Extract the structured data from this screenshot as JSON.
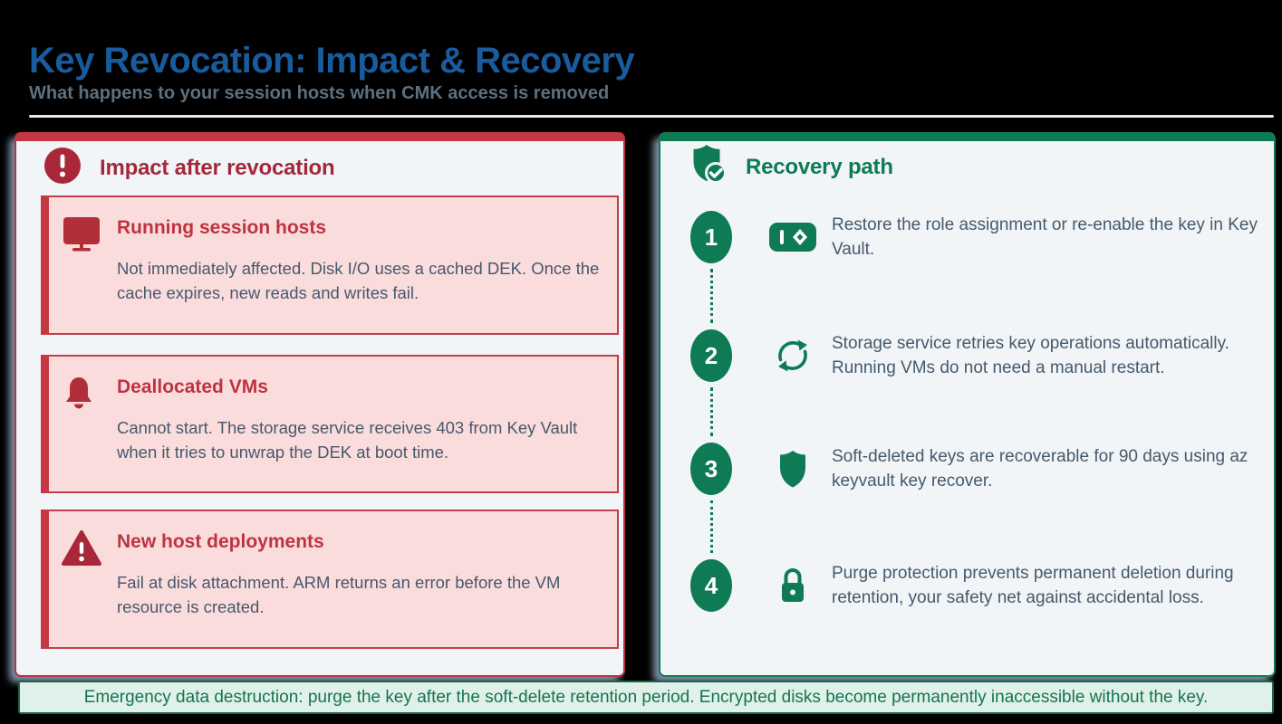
{
  "header": {
    "title": "Key Revocation: Impact & Recovery",
    "subtitle": "What happens to your session hosts when CMK access is removed"
  },
  "impact_panel": {
    "heading": "Impact after revocation",
    "heading_icon": "exclamation-circle-icon",
    "cards": [
      {
        "icon": "monitor-icon",
        "title": "Running session hosts",
        "body": "Not immediately affected. Disk I/O uses a cached DEK. Once the cache expires, new reads and writes fail."
      },
      {
        "icon": "bell-icon",
        "title": "Deallocated VMs",
        "body": "Cannot start. The storage service receives 403 from Key Vault when it tries to unwrap the DEK at boot time."
      },
      {
        "icon": "warning-triangle-icon",
        "title": "New host deployments",
        "body": "Fail at disk attachment. ARM returns an error before the VM resource is created."
      }
    ]
  },
  "recovery_panel": {
    "heading": "Recovery path",
    "heading_icon": "shield-check-icon",
    "steps": [
      {
        "number": "1",
        "icon": "key-vault-icon",
        "text": "Restore the role assignment or re-enable the key in Key Vault."
      },
      {
        "number": "2",
        "icon": "refresh-icon",
        "text": "Storage service retries key operations automatically. Running VMs do not need a manual restart."
      },
      {
        "number": "3",
        "icon": "shield-icon",
        "text": "Soft-deleted keys are recoverable for 90 days using az keyvault key recover."
      },
      {
        "number": "4",
        "icon": "lock-icon",
        "text": "Purge protection prevents permanent deletion during retention, your safety net against accidental loss."
      }
    ]
  },
  "footer": {
    "text": "Emergency data destruction: purge the key after the soft-delete retention period. Encrypted disks become permanently inaccessible without the key."
  },
  "colors": {
    "background": "#000000",
    "title_blue": "#185C9D",
    "subtitle_gray": "#5D7080",
    "panel_background": "#F1F5F8",
    "impact_red": "#C53843",
    "impact_heading_red": "#A3283C",
    "card_pink": "#FBDCDD",
    "card_title_red": "#BE3340",
    "body_text": "#46596C",
    "recovery_green": "#0E7B55",
    "footer_background": "#DFF1E8",
    "footer_text": "#167453"
  }
}
